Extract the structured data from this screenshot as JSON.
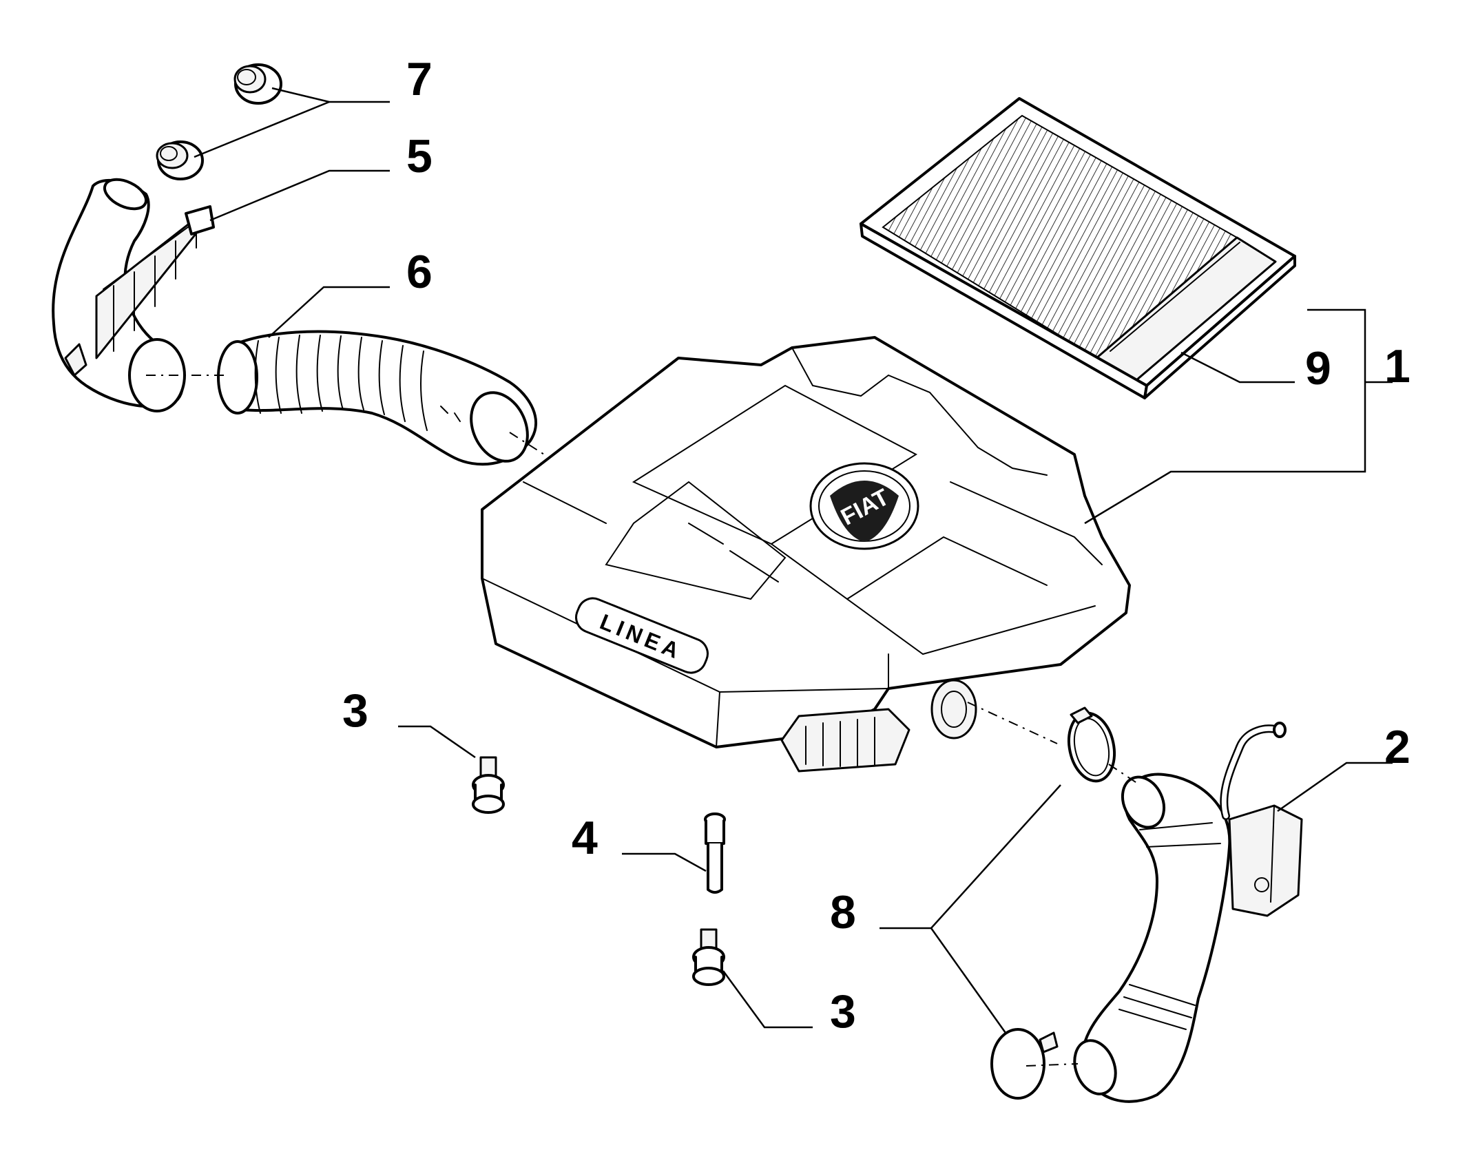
{
  "callouts": [
    {
      "id": "1",
      "label": "1"
    },
    {
      "id": "2",
      "label": "2"
    },
    {
      "id": "3a",
      "label": "3"
    },
    {
      "id": "3b",
      "label": "3"
    },
    {
      "id": "4",
      "label": "4"
    },
    {
      "id": "5",
      "label": "5"
    },
    {
      "id": "6",
      "label": "6"
    },
    {
      "id": "7",
      "label": "7"
    },
    {
      "id": "8",
      "label": "8"
    },
    {
      "id": "9",
      "label": "9"
    }
  ],
  "embossing": {
    "brand_logo": "FIAT",
    "model_badge": "LINEA"
  }
}
